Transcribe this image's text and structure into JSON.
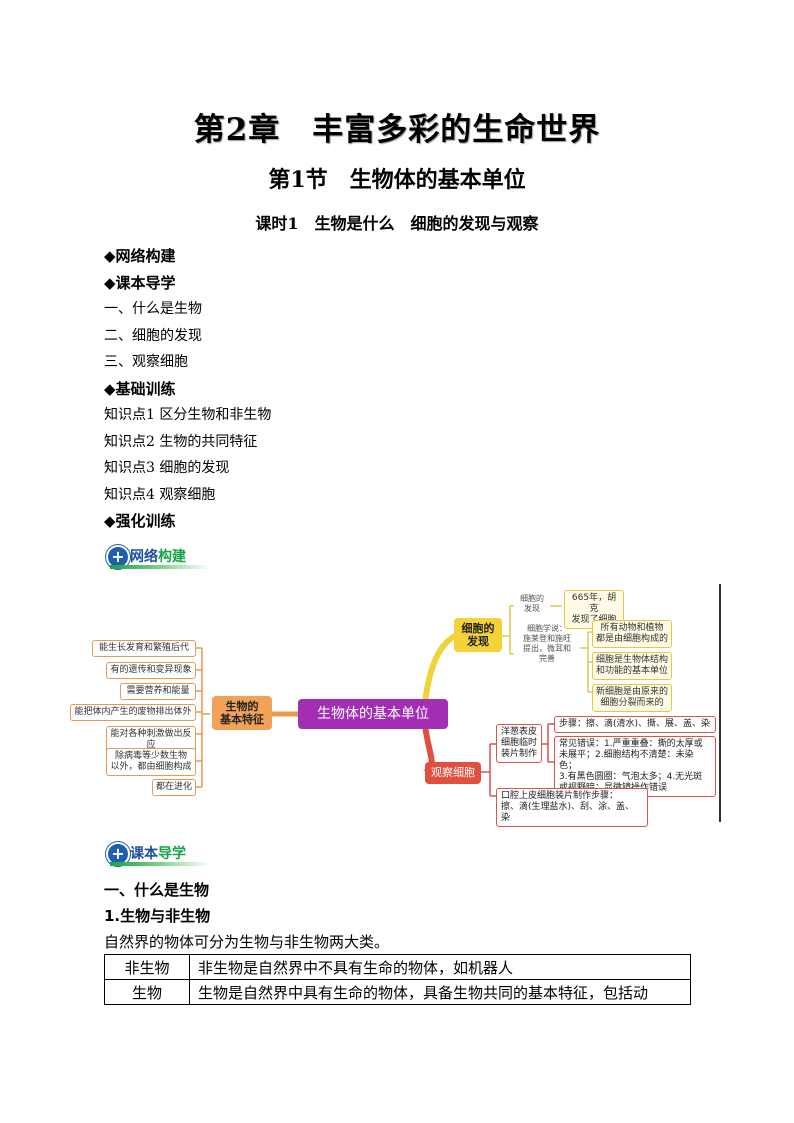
{
  "chapter_title": "第2章　丰富多彩的生命世界",
  "section_title": "第1节　生物体的基本单位",
  "lesson_title": "课时1　生物是什么　细胞的发现与观察",
  "toc": [
    {
      "text": "◆网络构建",
      "kind": "head"
    },
    {
      "text": "◆课本导学",
      "kind": "head"
    },
    {
      "text": "一、什么是生物",
      "kind": "sub"
    },
    {
      "text": "二、细胞的发现",
      "kind": "sub"
    },
    {
      "text": "三、观察细胞",
      "kind": "sub"
    },
    {
      "text": "◆基础训练",
      "kind": "head"
    },
    {
      "text": "知识点1 区分生物和非生物",
      "kind": "sub"
    },
    {
      "text": "知识点2 生物的共同特征",
      "kind": "sub"
    },
    {
      "text": "知识点3 细胞的发现",
      "kind": "sub"
    },
    {
      "text": "知识点4 观察细胞",
      "kind": "sub"
    },
    {
      "text": "◆强化训练",
      "kind": "head"
    }
  ],
  "banner1": {
    "a": "网络",
    "b": "构建"
  },
  "banner2": {
    "a": "课本",
    "b": "导学"
  },
  "mindmap": {
    "center": "生物体的基本单位",
    "characteristics": {
      "label": "生物的\n基本特征",
      "items": [
        "能生长发育和繁殖后代",
        "有的遗传和变异现象",
        "需要营养和能量",
        "能把体内产生的废物排出体外",
        "能对各种刺激做出反应",
        "除病毒等少数生物\n以外，都由细胞构成",
        "都在进化"
      ]
    },
    "discovery": {
      "label": "细胞的\n发现",
      "sub1": "细胞的\n发现",
      "sub1_item": "665年，胡克\n发现了细胞",
      "sub2": "细胞学说：\n施莱登和施旺\n提出，微耳和\n完善",
      "sub2_items": [
        "所有动物和植物\n都是由细胞构成的",
        "细胞是生物体结构\n和功能的基本单位",
        "新细胞是由原来的\n细胞分裂而来的"
      ]
    },
    "observe": {
      "label": "观察细胞",
      "sub1": "洋葱表皮\n细胞临时\n装片制作",
      "steps": "步骤：擦、滴(清水)、撕、展、盖、染",
      "errors": "常见错误：1.严重重叠：撕的太厚或\n未展平；2.细胞结构不清楚：未染色；\n3.有黑色圆圈：气泡太多；4.无光斑\n或视野暗：显微镜操作错误",
      "cheek": "口腔上皮细胞装片制作步骤：\n擦、滴(生理盐水)、刮、涂、盖、染"
    }
  },
  "section1": {
    "heading": "一、什么是生物",
    "subheading": "1.生物与非生物",
    "intro": "自然界的物体可分为生物与非生物两大类。",
    "table": [
      {
        "k": "非生物",
        "v": "非生物是自然界中不具有生命的物体，如机器人"
      },
      {
        "k": "生物",
        "v": "生物是自然界中具有生命的物体，具备生物共同的基本特征，包括动"
      }
    ]
  }
}
